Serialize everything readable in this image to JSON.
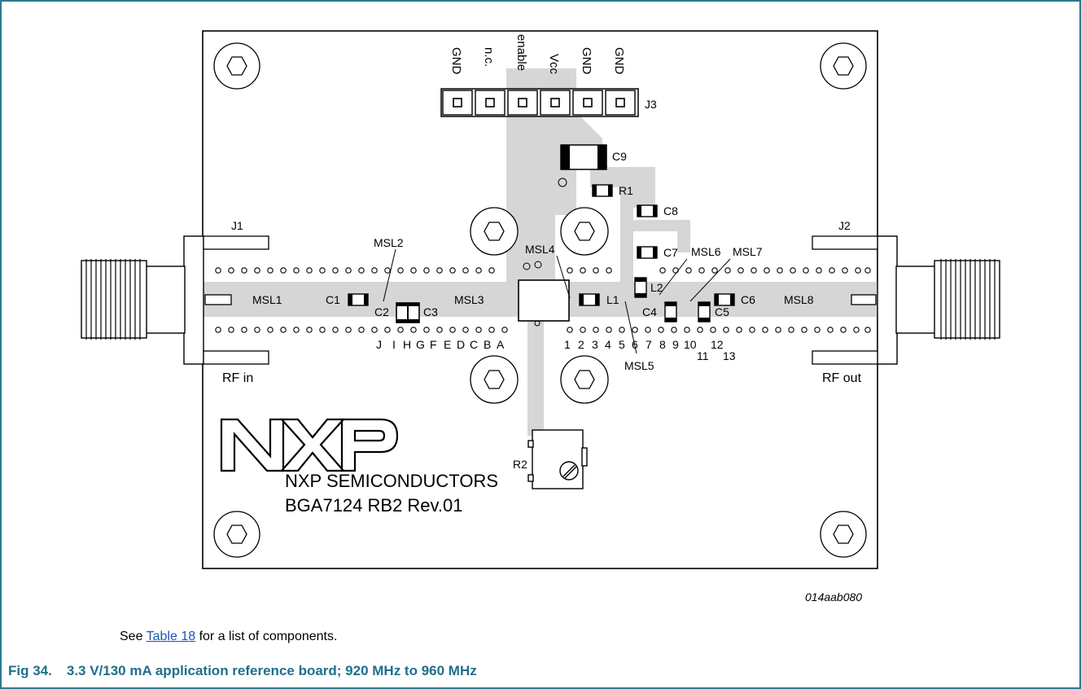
{
  "colors": {
    "frame": "#2a7a8c",
    "caption": "#1f6f8b",
    "link": "#1a56b8",
    "trace": "#d6d6d6",
    "ink": "#000000"
  },
  "connector_j3": {
    "pin_labels": [
      "GND",
      "n.c.",
      "enable",
      "Vcc",
      "GND",
      "GND"
    ],
    "name": "J3"
  },
  "components": {
    "c9": "C9",
    "r1": "R1",
    "c8": "C8",
    "c7": "C7",
    "l2": "L2",
    "c1": "C1",
    "c2": "C2",
    "c3": "C3",
    "l1": "L1",
    "c4": "C4",
    "c5": "C5",
    "c6": "C6",
    "r2": "R2"
  },
  "connectors": {
    "j1": "J1",
    "j2": "J2",
    "rf_in": "RF in",
    "rf_out": "RF out"
  },
  "microstrips": {
    "msl1": "MSL1",
    "msl2": "MSL2",
    "msl3": "MSL3",
    "msl4": "MSL4",
    "msl5": "MSL5",
    "msl6": "MSL6",
    "msl7": "MSL7",
    "msl8": "MSL8"
  },
  "position_letters": [
    "J",
    "I",
    "H",
    "G",
    "F",
    "E",
    "D",
    "C",
    "B",
    "A"
  ],
  "position_numbers": [
    "1",
    "2",
    "3",
    "4",
    "5",
    "6",
    "7",
    "8",
    "9",
    "10",
    "11",
    "12",
    "13"
  ],
  "board_text": {
    "company": "NXP SEMICONDUCTORS",
    "board_id": "BGA7124 RB2 Rev.01"
  },
  "figure_id": "014aab080",
  "note": {
    "prefix": "See ",
    "link": "Table 18",
    "suffix": " for a list of components."
  },
  "caption": {
    "number": "Fig 34.",
    "text": "3.3 V/130 mA application reference board; 920 MHz to 960 MHz"
  }
}
